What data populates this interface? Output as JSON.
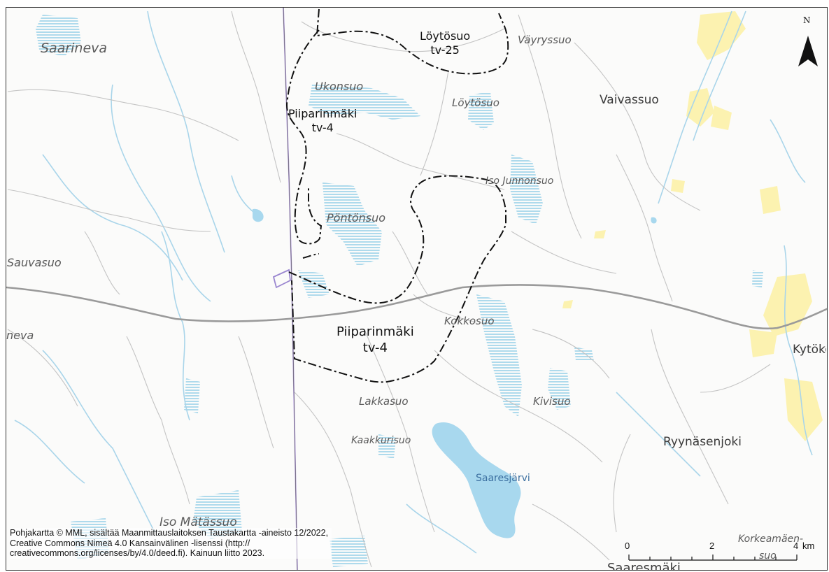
{
  "bog_labels": {
    "saarineva": "Saarineva",
    "ukonsuo": "Ukonsuo",
    "loytosuo": "Löytösuo",
    "vayryssuo": "Väyryssuo",
    "iso_junnonsuo": "Iso Junnonsuo",
    "pontonsuo": "Pöntönsuo",
    "sauvasuo": "Sauvasuo",
    "neva": "neva",
    "kokkosuo": "Kokkosuo",
    "lakkasuo": "Lakkasuo",
    "kivisuo": "Kivisuo",
    "kaakkurisuo": "Kaakkurisuo",
    "iso_matassuo": "Iso Mätässuo",
    "korkeamaensuo_1": "Korkeamäen-",
    "korkeamaensuo_2": "suo"
  },
  "place_labels": {
    "vaivassuo": "Vaivassuo",
    "ryynasenjoki": "Ryynäsenjoki",
    "kytoko": "Kytökö",
    "saaresmaki": "Saaresmäki"
  },
  "lake_labels": {
    "saaresjarvi": "Saaresjärvi"
  },
  "zones": {
    "loytosuo_zone": {
      "line1": "Löytösuo",
      "line2": "tv-25"
    },
    "piiparinmaki_north": {
      "line1": "Piiparinmäki",
      "line2": "tv-4"
    },
    "piiparinmaki_south": {
      "line1": "Piiparinmäki",
      "line2": "tv-4"
    }
  },
  "attribution": "Pohjakartta © MML, sisältää Maanmittauslaitoksen Taustakartta -aineisto 12/2022, Creative Commons Nimeä 4.0 Kansainvälinen -lisenssi (http:// creativecommons.org/licenses/by/4.0/deed.fi). Kainuun liitto 2023.",
  "scale_bar": {
    "label_0": "0",
    "label_2": "2",
    "label_4": "4",
    "unit": "km"
  },
  "north_arrow": {
    "letter": "N"
  },
  "colors": {
    "water": "#a8d8ee",
    "river": "#a9d5ea",
    "bog_hatch": "#8ccbe6",
    "settlement": "#fcf2b0",
    "road_main": "#9a9a9a",
    "road_minor": "#c4c4c4",
    "boundary": "#b49fdc",
    "zone_line": "#111111"
  }
}
